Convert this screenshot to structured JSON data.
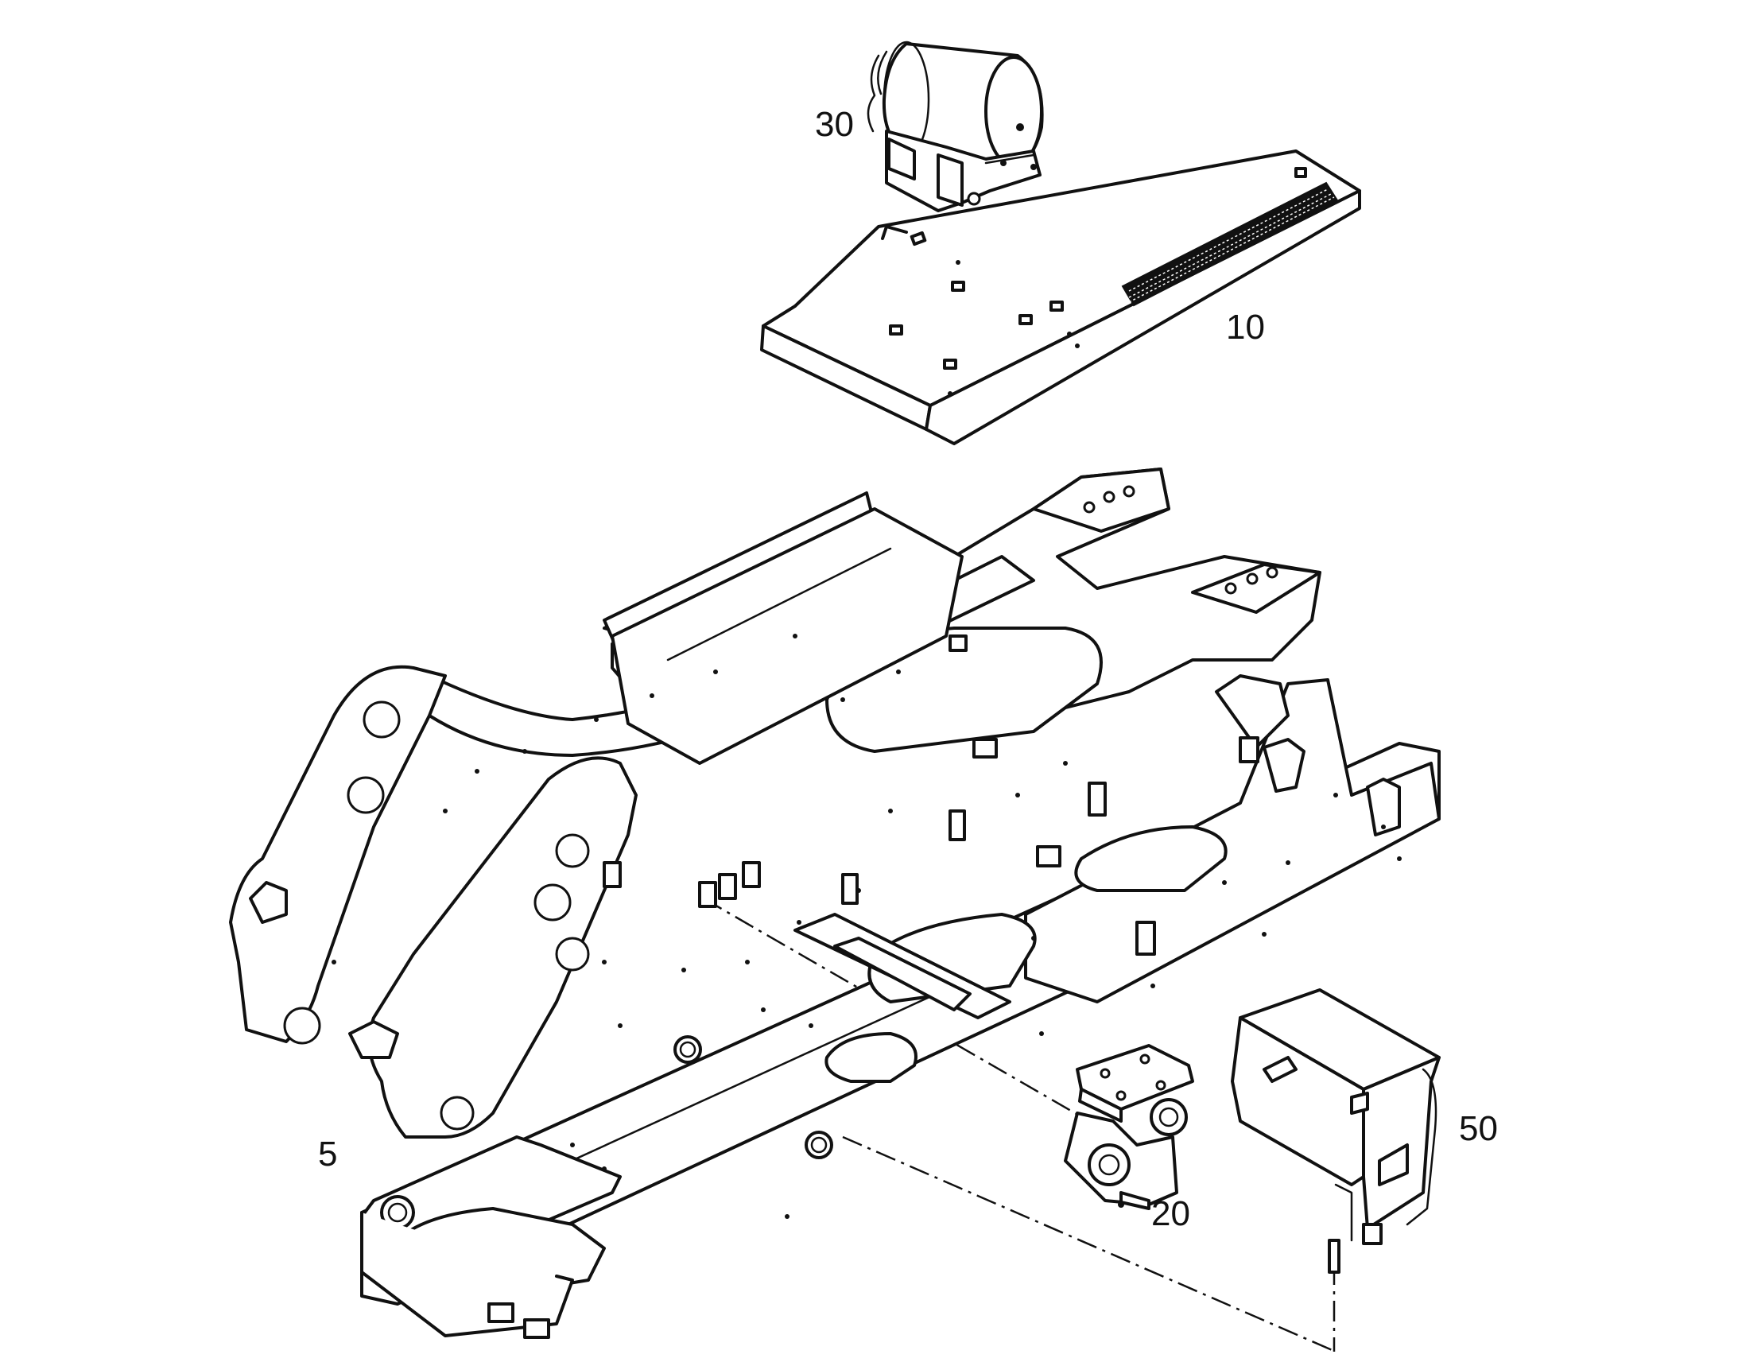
{
  "diagram": {
    "callouts": [
      {
        "id": "frame",
        "label": "5"
      },
      {
        "id": "cover-plate",
        "label": "10"
      },
      {
        "id": "valve-block",
        "label": "20"
      },
      {
        "id": "air-tank",
        "label": "30"
      },
      {
        "id": "box-cover",
        "label": "50"
      }
    ]
  },
  "colors": {
    "line": "#111111",
    "background": "#ffffff"
  }
}
